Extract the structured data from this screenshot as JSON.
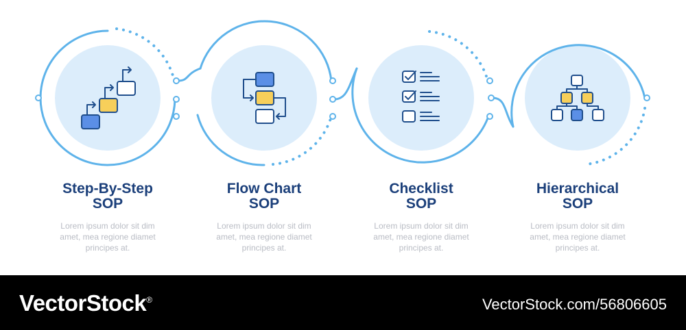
{
  "colors": {
    "ring": "#5eb3ea",
    "disc": "#dcedfb",
    "icon_stroke": "#1f4e8c",
    "fill_blue": "#5b8fe6",
    "fill_yellow": "#f7cf5a",
    "fill_white": "#ffffff",
    "title": "#1b3f7a",
    "desc": "#b9bcc4",
    "footer_bg": "#000000"
  },
  "steps": [
    {
      "title_line1": "Step-By-Step",
      "title_line2": "SOP",
      "desc_line1": "Lorem ipsum dolor sit dim",
      "desc_line2": "amet, mea regione diamet",
      "desc_line3": "principes at.",
      "icon": "staircase-flow-icon"
    },
    {
      "title_line1": "Flow Chart",
      "title_line2": "SOP",
      "desc_line1": "Lorem ipsum dolor sit dim",
      "desc_line2": "amet, mea regione diamet",
      "desc_line3": "principes at.",
      "icon": "flowchart-icon"
    },
    {
      "title_line1": "Checklist",
      "title_line2": "SOP",
      "desc_line1": "Lorem ipsum dolor sit dim",
      "desc_line2": "amet, mea regione diamet",
      "desc_line3": "principes at.",
      "icon": "checklist-icon"
    },
    {
      "title_line1": "Hierarchical",
      "title_line2": "SOP",
      "desc_line1": "Lorem ipsum dolor sit dim",
      "desc_line2": "amet, mea regione diamet",
      "desc_line3": "principes at.",
      "icon": "hierarchy-icon"
    }
  ],
  "footer": {
    "brand": "VectorStock",
    "registered": "®",
    "stock_id": "VectorStock.com/56806605"
  }
}
